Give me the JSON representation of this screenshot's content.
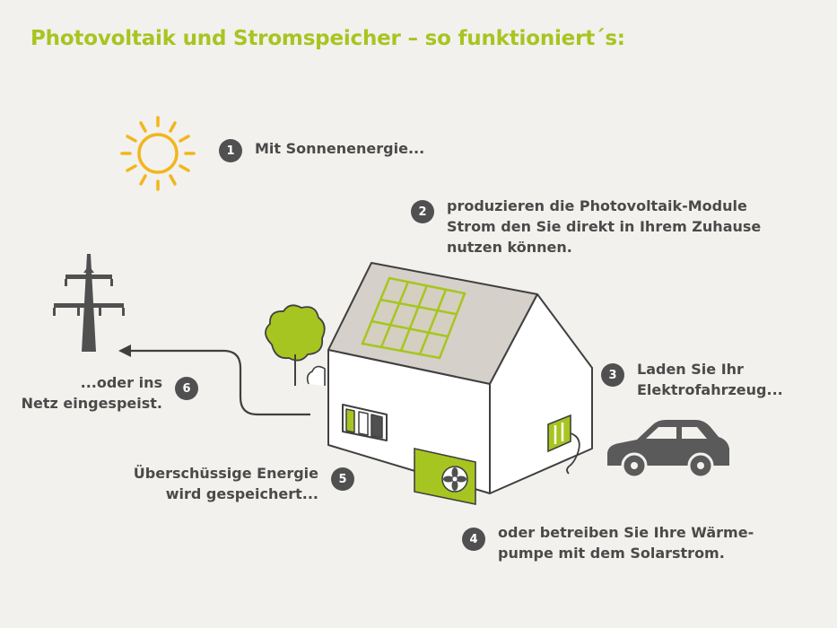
{
  "title": "Photovoltaik und Stromspeicher – so funktioniert´s:",
  "colors": {
    "accent_green": "#a7c520",
    "dark_grey": "#505050",
    "sun_yellow": "#f2b61c",
    "background": "#f2f1ee"
  },
  "steps": [
    {
      "num": "1",
      "text": "Mit Sonnenenergie..."
    },
    {
      "num": "2",
      "text": "produzieren die Photovoltaik-Module\nStrom den Sie direkt in Ihrem Zuhause\nnutzen können."
    },
    {
      "num": "3",
      "text": "Laden Sie Ihr\nElektrofahrzeug..."
    },
    {
      "num": "4",
      "text": "oder betreiben Sie Ihre Wärme-\npumpe mit dem Solarstrom."
    },
    {
      "num": "5",
      "text": "Überschüssige Energie\nwird gespeichert..."
    },
    {
      "num": "6",
      "text": "...oder ins\nNetz eingespeist."
    }
  ],
  "icons": [
    "sun-icon",
    "power-pylon-icon",
    "tree-icon",
    "house-icon",
    "solar-panel-icon",
    "wallbox-icon",
    "heat-pump-icon",
    "battery-storage-icon",
    "car-icon",
    "arrow-left-icon"
  ]
}
